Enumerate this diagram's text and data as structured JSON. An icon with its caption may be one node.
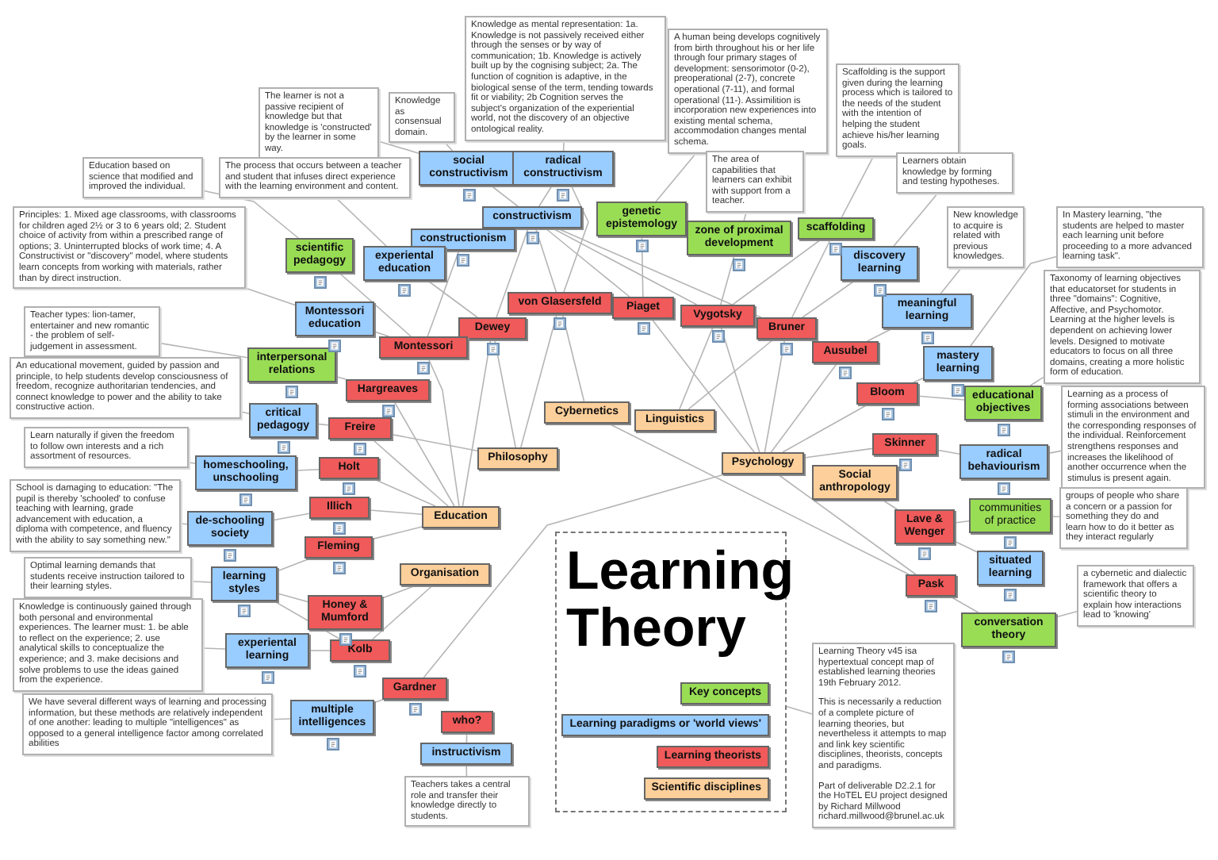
{
  "diagram": {
    "nodes": [
      {
        "text": [
          "The learner is not a passive recipient of knowledge but that knowledge is 'constructed' by the learner in some way."
        ]
      },
      {
        "text": [
          "Knowledge as consensual domain."
        ]
      },
      {
        "text": [
          "Knowledge as mental representation: 1a. Knowledge is not passively received either through the senses or by way of communication; 1b. Knowledge is actively built up by the cognising subject; 2a. The function of cognition is adaptive, in the biological sense of the term, tending towards fit or viability; 2b Cognition serves the subject's organization of the experiential world, not the discovery of an objective ontological reality."
        ]
      },
      {
        "text": [
          "A human being develops cognitively from birth throughout his or her life through four primary stages of development: sensorimotor (0-2), preoperational (2-7), concrete operational (7-11), and formal operational (11-). Assimilition is incorporation new experiences into existing mental schema, accommodation changes mental schema."
        ]
      },
      {
        "text": [
          "Scaffolding is the support given during the learning process which is tailored to the needs of the student with the intention of helping the student achieve his/her learning goals."
        ]
      },
      {
        "text": [
          "Education based on science that modified and improved the individual."
        ]
      },
      {
        "text": [
          "The process that occurs between a teacher and student that infuses direct experience with the learning environment and content."
        ]
      },
      {
        "text": [
          "social constructivism"
        ]
      },
      {
        "text": [
          "radical constructivism"
        ]
      },
      {
        "text": [
          "The area of capabilities that learners can exhibit with support from a teacher."
        ]
      },
      {
        "text": [
          "Learners obtain knowledge by forming and testing hypotheses."
        ]
      },
      {
        "text": [
          "Principles: 1. Mixed age classrooms, with classrooms for children aged 2½ or 3 to 6 years old; 2. Student choice of activity from within a prescribed range of options; 3. Uninterrupted blocks of work time; 4. A Constructivist or \"discovery\" model, where students learn concepts from working with materials, rather than by direct instruction."
        ]
      },
      {
        "text": [
          "constructivism"
        ]
      },
      {
        "text": [
          "genetic epistemology"
        ]
      },
      {
        "text": [
          "zone of proximal development"
        ]
      },
      {
        "text": [
          "scaffolding"
        ]
      },
      {
        "text": [
          "New knowledge to acquire is related with previous knowledges."
        ]
      },
      {
        "text": [
          "In Mastery learning, \"the students are helped to master each learning unit before proceeding to a more advanced learning task\"."
        ]
      },
      {
        "text": [
          "constructionism"
        ]
      },
      {
        "text": [
          "scientific pedagogy"
        ]
      },
      {
        "text": [
          "experiental education"
        ]
      },
      {
        "text": [
          "discovery learning"
        ]
      },
      {
        "text": [
          "Taxonomy of learning objectives that educatorset for students in three \"domains\": Cognitive, Affective, and Psychomotor. Learning at the higher levels is dependent on achieving lower levels. Designed to motivate educators to focus on all three domains, creating a more holistic form of education."
        ]
      },
      {
        "text": [
          "von Glasersfeld"
        ]
      },
      {
        "text": [
          "Montessori education"
        ]
      },
      {
        "text": [
          "Teacher types: lion-tamer, entertainer and new romantic - the problem of self-judgement in assessment."
        ]
      },
      {
        "text": [
          "Piaget"
        ]
      },
      {
        "text": [
          "meaningful learning"
        ]
      },
      {
        "text": [
          "Dewey"
        ]
      },
      {
        "text": [
          "Vygotsky"
        ]
      },
      {
        "text": [
          "Montessori"
        ]
      },
      {
        "text": [
          "Bruner"
        ]
      },
      {
        "text": [
          "interpersonal relations"
        ]
      },
      {
        "text": [
          "Ausubel"
        ]
      },
      {
        "text": [
          "mastery learning"
        ]
      },
      {
        "text": [
          "An educational movement, guided by passion and principle, to help students develop consciousness of freedom, recognize authoritarian tendencies, and connect knowledge to power and the ability to take constructive action."
        ]
      },
      {
        "text": [
          "Hargreaves"
        ]
      },
      {
        "text": [
          "Bloom"
        ]
      },
      {
        "text": [
          "educational objectives"
        ]
      },
      {
        "text": [
          "Learning as a process of forming associations between stimuli in the environment and the corresponding responses of the individual. Reinforcement strengthens responses and increases the likelihood of another occurrence when the stimulus is present again."
        ]
      },
      {
        "text": [
          "Cybernetics"
        ]
      },
      {
        "text": [
          "Linguistics"
        ]
      },
      {
        "text": [
          "critical pedagogy"
        ]
      },
      {
        "text": [
          "Freire"
        ]
      },
      {
        "text": [
          "Learn naturally if given the freedom to follow own interests and a rich assortment of resources."
        ]
      },
      {
        "text": [
          "Skinner"
        ]
      },
      {
        "text": [
          "Philosophy"
        ]
      },
      {
        "text": [
          "Psychology"
        ]
      },
      {
        "text": [
          "radical behaviourism"
        ]
      },
      {
        "text": [
          "homeschooling, unschooling"
        ]
      },
      {
        "text": [
          "Holt"
        ]
      },
      {
        "text": [
          "Social anthropology"
        ]
      },
      {
        "text": [
          "School is damaging to education: \"The pupil is thereby 'schooled' to confuse teaching with learning, grade advancement with education, a diploma with competence, and fluency with the ability to say something new.\""
        ]
      },
      {
        "text": [
          "Illich"
        ]
      },
      {
        "text": [
          "Education"
        ]
      },
      {
        "text": [
          "de-schooling society"
        ]
      },
      {
        "text": [
          "Lave & Wenger"
        ]
      },
      {
        "text": [
          "communities of practice"
        ]
      },
      {
        "text": [
          "groups of people who share a concern or a passion for something they do and learn how to do it better as they interact regularly"
        ]
      },
      {
        "text": [
          "Fleming"
        ]
      },
      {
        "text": [
          "Optimal learning demands that students receive instruction tailored to their learning styles."
        ]
      },
      {
        "text": [
          "situated learning"
        ]
      },
      {
        "text": [
          "learning styles"
        ]
      },
      {
        "text": [
          "Organisation"
        ]
      },
      {
        "text": [
          "Honey & Mumford"
        ]
      },
      {
        "text": [
          "Pask"
        ]
      },
      {
        "text": [
          "a cybernetic and dialectic framework that offers a scientific theory to explain how interactions lead to 'knowing'"
        ]
      },
      {
        "text": [
          "Knowledge is continuously gained through both personal and environmental experiences. The learner must: 1. be able to reflect on the experience; 2. use analytical skills to conceptualize the experience; and 3. make decisions and solve problems to use the ideas gained from the experience."
        ]
      },
      {
        "text": [
          "experiental learning"
        ]
      },
      {
        "text": [
          "Kolb"
        ]
      },
      {
        "text": [
          "conversation theory"
        ]
      },
      {
        "text": [
          "Gardner"
        ]
      },
      {
        "text": [
          "Learning Theory v45 isa hypertextual concept map of established learning theories 19th February 2012.",
          "This is necessarily a reduction of a complete picture of learning theories, but nevertheless it attempts to map and link key scientific disciplines, theorists, concepts and paradigms.",
          "Part of deliverable D2.2.1 for the HoTEL EU project designed by Richard Millwood richard.millwood@brunel.ac.uk"
        ]
      },
      {
        "text": [
          "multiple intelligences"
        ]
      },
      {
        "text": [
          "We have several different ways of learning and processing information, but these methods are relatively independent of one another: leading to multiple \"intelligences\" as opposed to a general intelligence factor among correlated abilities"
        ]
      },
      {
        "text": [
          "who?"
        ]
      },
      {
        "text": [
          "instructivism"
        ]
      },
      {
        "text": [
          "Teachers takes a central role and transfer their knowledge directly to students."
        ]
      },
      {
        "text": [
          "Learning Theory"
        ]
      }
    ],
    "edges": [
      {
        "from": 0,
        "to": 7,
        "arrow": "none"
      },
      {
        "from": 1,
        "to": 7,
        "arrow": "none"
      },
      {
        "from": 2,
        "to": 8,
        "arrow": "none"
      },
      {
        "from": 7,
        "to": 12,
        "arrow": "none"
      },
      {
        "from": 8,
        "to": 12,
        "arrow": "none"
      },
      {
        "from": 3,
        "to": 13,
        "arrow": "none"
      },
      {
        "from": 9,
        "to": 14,
        "arrow": "none"
      },
      {
        "from": 4,
        "to": 15,
        "arrow": "none"
      },
      {
        "from": 10,
        "to": 21,
        "arrow": "none"
      },
      {
        "from": 16,
        "to": 27,
        "arrow": "none"
      },
      {
        "from": 17,
        "to": 34,
        "arrow": "none"
      },
      {
        "from": 22,
        "to": 38,
        "arrow": "none"
      },
      {
        "from": 5,
        "to": 19,
        "arrow": "none"
      },
      {
        "from": 6,
        "to": 20,
        "arrow": "none"
      },
      {
        "from": 11,
        "to": 24,
        "arrow": "none"
      },
      {
        "from": 25,
        "to": 32,
        "arrow": "none"
      },
      {
        "from": 35,
        "to": 42,
        "arrow": "none"
      },
      {
        "from": 44,
        "to": 49,
        "arrow": "none"
      },
      {
        "from": 52,
        "to": 55,
        "arrow": "none"
      },
      {
        "from": 60,
        "to": 62,
        "arrow": "none"
      },
      {
        "from": 67,
        "to": 68,
        "arrow": "none"
      },
      {
        "from": 74,
        "to": 73,
        "arrow": "none"
      },
      {
        "from": 77,
        "to": 76,
        "arrow": "none"
      },
      {
        "from": 39,
        "to": 48,
        "arrow": "none"
      },
      {
        "from": 58,
        "to": 57,
        "arrow": "none"
      },
      {
        "from": 66,
        "to": 70,
        "arrow": "none"
      },
      {
        "from": 12,
        "to": 23,
        "arrow": "none"
      },
      {
        "from": 12,
        "to": 26,
        "arrow": "none"
      },
      {
        "from": 12,
        "to": 29,
        "arrow": "none"
      },
      {
        "from": 12,
        "to": 31,
        "arrow": "none"
      },
      {
        "from": 12,
        "to": 28,
        "arrow": "none"
      },
      {
        "from": 18,
        "to": 30,
        "arrow": "none"
      },
      {
        "from": 8,
        "to": 23,
        "arrow": "none"
      },
      {
        "from": 13,
        "to": 26,
        "arrow": "none"
      },
      {
        "from": 14,
        "to": 29,
        "arrow": "none"
      },
      {
        "from": 15,
        "to": 31,
        "arrow": "none"
      },
      {
        "from": 15,
        "to": 29,
        "arrow": "none"
      },
      {
        "from": 21,
        "to": 31,
        "arrow": "none"
      },
      {
        "from": 27,
        "to": 33,
        "arrow": "none"
      },
      {
        "from": 34,
        "to": 37,
        "arrow": "none"
      },
      {
        "from": 38,
        "to": 37,
        "arrow": "none"
      },
      {
        "from": 19,
        "to": 30,
        "arrow": "none"
      },
      {
        "from": 24,
        "to": 30,
        "arrow": "none"
      },
      {
        "from": 20,
        "to": 28,
        "arrow": "none"
      },
      {
        "from": 32,
        "to": 36,
        "arrow": "none"
      },
      {
        "from": 42,
        "to": 43,
        "arrow": "none"
      },
      {
        "from": 49,
        "to": 50,
        "arrow": "none"
      },
      {
        "from": 55,
        "to": 53,
        "arrow": "none"
      },
      {
        "from": 62,
        "to": 59,
        "arrow": "none"
      },
      {
        "from": 62,
        "to": 64,
        "arrow": "none"
      },
      {
        "from": 62,
        "to": 69,
        "arrow": "none"
      },
      {
        "from": 68,
        "to": 69,
        "arrow": "none"
      },
      {
        "from": 73,
        "to": 71,
        "arrow": "none"
      },
      {
        "from": 75,
        "to": 76,
        "arrow": "none"
      },
      {
        "from": 45,
        "to": 48,
        "arrow": "none"
      },
      {
        "from": 56,
        "to": 57,
        "arrow": "none"
      },
      {
        "from": 56,
        "to": 61,
        "arrow": "none"
      },
      {
        "from": 65,
        "to": 70,
        "arrow": "none"
      },
      {
        "from": 54,
        "to": 30,
        "arrow": "none"
      },
      {
        "from": 54,
        "to": 36,
        "arrow": "none"
      },
      {
        "from": 54,
        "to": 43,
        "arrow": "none"
      },
      {
        "from": 54,
        "to": 50,
        "arrow": "none"
      },
      {
        "from": 54,
        "to": 53,
        "arrow": "none"
      },
      {
        "from": 54,
        "to": 59,
        "arrow": "none"
      },
      {
        "from": 54,
        "to": 28,
        "arrow": "none"
      },
      {
        "from": 46,
        "to": 28,
        "arrow": "none"
      },
      {
        "from": 46,
        "to": 23,
        "arrow": "none"
      },
      {
        "from": 46,
        "to": 43,
        "arrow": "none"
      },
      {
        "from": 47,
        "to": 26,
        "arrow": "none"
      },
      {
        "from": 47,
        "to": 29,
        "arrow": "none"
      },
      {
        "from": 47,
        "to": 31,
        "arrow": "none"
      },
      {
        "from": 47,
        "to": 33,
        "arrow": "none"
      },
      {
        "from": 47,
        "to": 37,
        "arrow": "none"
      },
      {
        "from": 47,
        "to": 45,
        "arrow": "none"
      },
      {
        "from": 47,
        "to": 71,
        "arrow": "none"
      },
      {
        "from": 47,
        "to": 65,
        "arrow": "none"
      },
      {
        "from": 40,
        "to": 65,
        "arrow": "none"
      },
      {
        "from": 40,
        "to": 23,
        "arrow": "none"
      },
      {
        "from": 41,
        "to": 29,
        "arrow": "none"
      },
      {
        "from": 41,
        "to": 31,
        "arrow": "none"
      },
      {
        "from": 51,
        "to": 56,
        "arrow": "none"
      },
      {
        "from": 63,
        "to": 64,
        "arrow": "none"
      },
      {
        "from": 63,
        "to": 69,
        "arrow": "none"
      },
      {
        "from": 78,
        "to": 72,
        "arrow": "none"
      }
    ],
    "legend": [
      {
        "text": "Key concepts",
        "color": "#99dd55"
      },
      {
        "text": "Learning paradigms or 'world views'",
        "color": "#99ccff"
      },
      {
        "text": "Learning theorists",
        "color": "#f05a5a"
      },
      {
        "text": "Scientific disciplines",
        "color": "#fdcf9a"
      }
    ]
  }
}
